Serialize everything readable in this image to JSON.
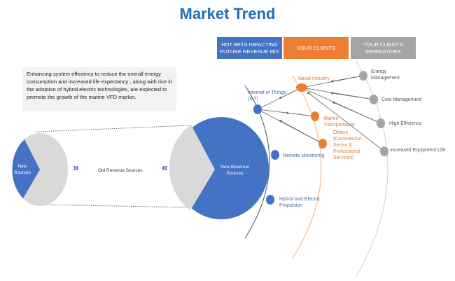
{
  "title": "Market Trend",
  "headers": {
    "hot_bets": "HOT BETS IMPACTING FUTURE REVENUE MIX",
    "clients": "YOUR CLIENTS",
    "imperatives": "YOUR CLIENT'S IMPERATIVES"
  },
  "note": "Enhancing system efficiency to reduce the overall energy consumption and increased life expectancy , along with rise in the adoption of hybrid electric technologies, are expected to promote the growth of the marine VFD market.",
  "pies": {
    "left_label": "New Sources",
    "middle_label": "Old Revenue Sources",
    "right_label": "New Revenue Sources"
  },
  "hot_bets": [
    "Internet of Things (IoT)",
    "Remote Monitoring",
    "Hybrid and Electric Propulsion"
  ],
  "clients": [
    "Naval Industry",
    "Marine Transportation",
    "Others (Commercial Sector & Professional Services)"
  ],
  "imperatives": [
    "Energy Management",
    "Cost Management",
    "High Efficiency",
    "Increased Equipment Life"
  ],
  "colors": {
    "blue": "#4472c4",
    "orange": "#ed7d31",
    "grey": "#a5a5a5",
    "title": "#1f6fb8"
  }
}
